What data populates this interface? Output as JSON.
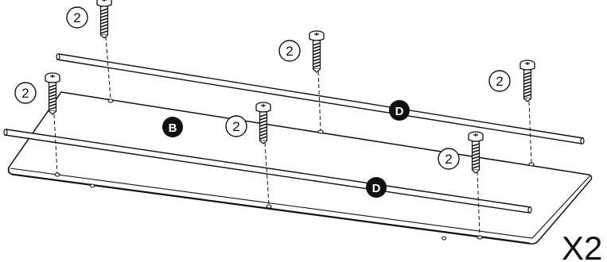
{
  "callouts": {
    "screw_qty": "2"
  },
  "labels": {
    "panel": "B",
    "rod": "D"
  },
  "quantity": "X2",
  "colors": {
    "ink": "#111111",
    "badge_fill": "#111111",
    "badge_text": "#ffffff",
    "background": "#ffffff"
  },
  "icons": {
    "screw": "screw-icon",
    "panel": "panel-b-icon",
    "rod": "rod-d-icon"
  }
}
